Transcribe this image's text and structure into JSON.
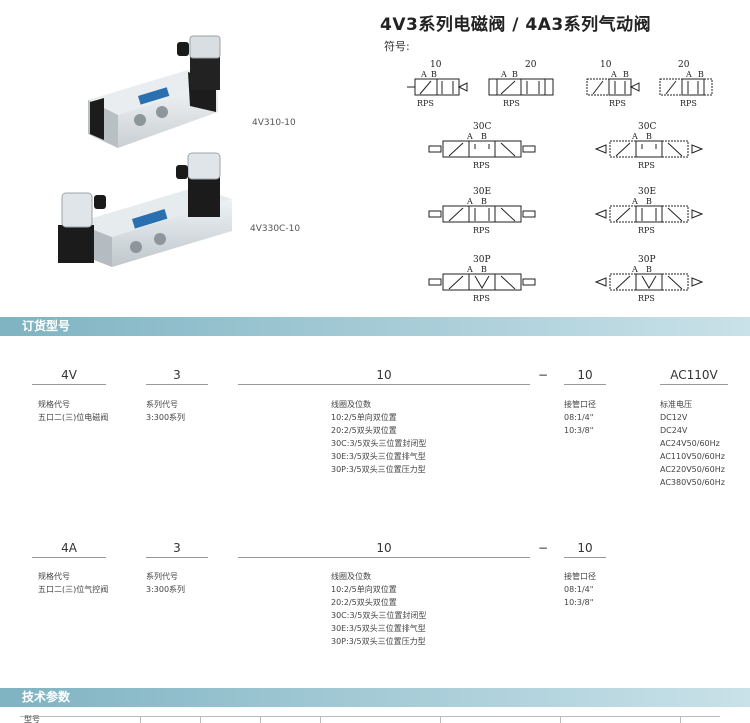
{
  "header": {
    "title": "4V3系列电磁阀 / 4A3系列气动阀",
    "symbol_label": "符号:"
  },
  "products": [
    {
      "caption": "4V310-10"
    },
    {
      "caption": "4V330C-10"
    }
  ],
  "symbols": [
    {
      "code": "10"
    },
    {
      "code": "20"
    },
    {
      "code": "10"
    },
    {
      "code": "20"
    },
    {
      "code": "30C"
    },
    {
      "code": "30C"
    },
    {
      "code": "30E"
    },
    {
      "code": "30E"
    },
    {
      "code": "30P"
    },
    {
      "code": "30P"
    }
  ],
  "symbol_ports": {
    "a": "A",
    "b": "B",
    "rps": "RPS"
  },
  "sections": {
    "order": "订货型号",
    "tech": "技术参数"
  },
  "order_v": {
    "series": {
      "head": "4V",
      "lines": [
        "规格代号",
        "五口二(三)位电磁阀"
      ]
    },
    "size": {
      "head": "3",
      "lines": [
        "系列代号",
        "3:300系列"
      ]
    },
    "position": {
      "head": "10",
      "lines": [
        "线圈及位数",
        "10:2/5单向双位置",
        "20:2/5双头双位置",
        "30C:3/5双头三位置封闭型",
        "30E:3/5双头三位置排气型",
        "30P:3/5双头三位置压力型"
      ]
    },
    "dash": "−",
    "port": {
      "head": "10",
      "lines": [
        "接管口径",
        "08:1/4\"",
        "10:3/8\""
      ]
    },
    "voltage": {
      "head": "AC110V",
      "lines": [
        "标准电压",
        "DC12V",
        "DC24V",
        "AC24V50/60Hz",
        "AC110V50/60Hz",
        "AC220V50/60Hz",
        "AC380V50/60Hz"
      ]
    }
  },
  "order_a": {
    "series": {
      "head": "4A",
      "lines": [
        "规格代号",
        "五口二(三)位气控阀"
      ]
    },
    "size": {
      "head": "3",
      "lines": [
        "系列代号",
        "3:300系列"
      ]
    },
    "position": {
      "head": "10",
      "lines": [
        "线圈及位数",
        "10:2/5单向双位置",
        "20:2/5双头双位置",
        "30C:3/5双头三位置封闭型",
        "30E:3/5双头三位置排气型",
        "30P:3/5双头三位置压力型"
      ]
    },
    "dash": "−",
    "port": {
      "head": "10",
      "lines": [
        "接管口径",
        "08:1/4\"",
        "10:3/8\""
      ]
    }
  },
  "table": {
    "first_label": "型号"
  }
}
